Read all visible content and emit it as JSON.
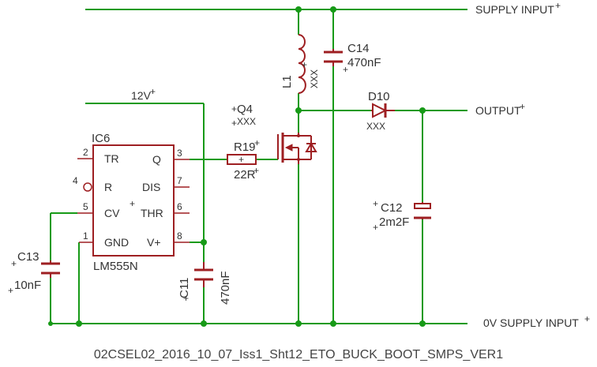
{
  "nets": {
    "supply": "SUPPLY INPUT",
    "output": "OUTPUT",
    "ground": "0V SUPPLY INPUT",
    "v12": "12V"
  },
  "ic6": {
    "ref": "IC6",
    "part": "LM555N",
    "pins_left": [
      {
        "num": "2",
        "name": "TR"
      },
      {
        "num": "4",
        "name": "R"
      },
      {
        "num": "5",
        "name": "CV"
      },
      {
        "num": "1",
        "name": "GND"
      }
    ],
    "pins_right": [
      {
        "num": "3",
        "name": "Q"
      },
      {
        "num": "7",
        "name": "DIS"
      },
      {
        "num": "6",
        "name": "THR"
      },
      {
        "num": "8",
        "name": "V+"
      }
    ]
  },
  "components": {
    "l1": {
      "ref": "L1",
      "value": "XXX"
    },
    "c14": {
      "ref": "C14",
      "value": "470nF"
    },
    "q4": {
      "ref": "Q4",
      "value": "XXX"
    },
    "r19": {
      "ref": "R19",
      "value": "22R"
    },
    "d10": {
      "ref": "D10",
      "value": "XXX"
    },
    "c12": {
      "ref": "C12",
      "value": "2m2F"
    },
    "c11": {
      "ref": "C11",
      "value": "470nF"
    },
    "c13": {
      "ref": "C13",
      "value": "10nF"
    }
  },
  "footer": "02CSEL02_2016_10_07_Iss1_Sht12_ETO_BUCK_BOOT_SMPS_VER1",
  "colors": {
    "wire": "#179a17",
    "part": "#9e1f22",
    "text": "#333333"
  }
}
